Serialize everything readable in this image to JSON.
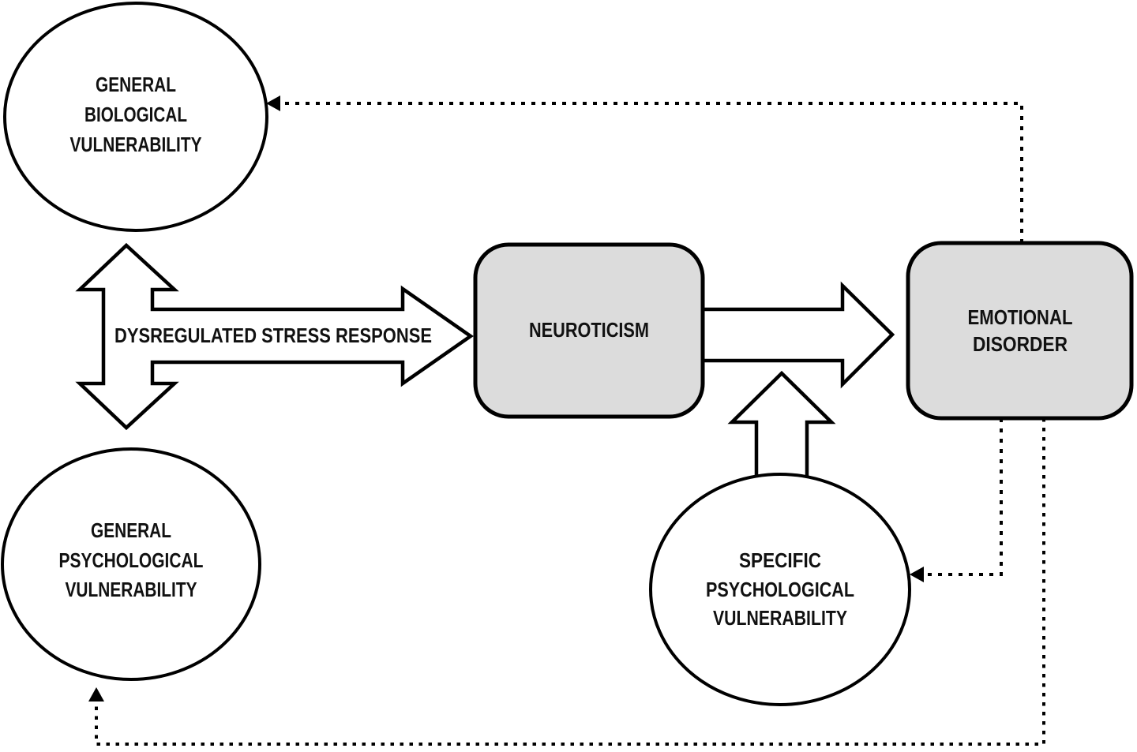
{
  "colors": {
    "background": "#ffffff",
    "box_fill": "#dcdcdc",
    "ellipse_fill": "#ffffff",
    "stroke": "#000000",
    "text": "#111111"
  },
  "nodes": {
    "general_biological_vulnerability": {
      "shape": "ellipse",
      "lines": [
        "GENERAL",
        "BIOLOGICAL",
        "VULNERABILITY"
      ]
    },
    "general_psychological_vulnerability": {
      "shape": "ellipse",
      "lines": [
        "GENERAL",
        "PSYCHOLOGICAL",
        "VULNERABILITY"
      ]
    },
    "specific_psychological_vulnerability": {
      "shape": "ellipse",
      "lines": [
        "SPECIFIC",
        "PSYCHOLOGICAL",
        "VULNERABILITY"
      ]
    },
    "neuroticism": {
      "shape": "rounded-box",
      "label": "NEUROTICISM"
    },
    "emotional_disorder": {
      "shape": "rounded-box",
      "lines": [
        "EMOTIONAL",
        "DISORDER"
      ]
    }
  },
  "arrows": {
    "dysregulated_stress_response": {
      "label": "DYSREGULATED STRESS RESPONSE",
      "style": "solid block arrow, double-headed vertical between circles, single head pointing right into Neuroticism"
    },
    "neuroticism_to_emotional_disorder": {
      "style": "solid block arrow pointing right"
    },
    "specific_vulnerability_to_pathway": {
      "style": "solid block arrow pointing up"
    },
    "feedback_to_general_biological": {
      "style": "dotted, from Emotional Disorder top, left into General Biological Vulnerability"
    },
    "feedback_to_specific_psychological": {
      "style": "dotted, from Emotional Disorder bottom, left into Specific Psychological Vulnerability"
    },
    "feedback_to_general_psychological": {
      "style": "dotted, from Emotional Disorder bottom, around bottom edge, up into General Psychological Vulnerability"
    }
  }
}
